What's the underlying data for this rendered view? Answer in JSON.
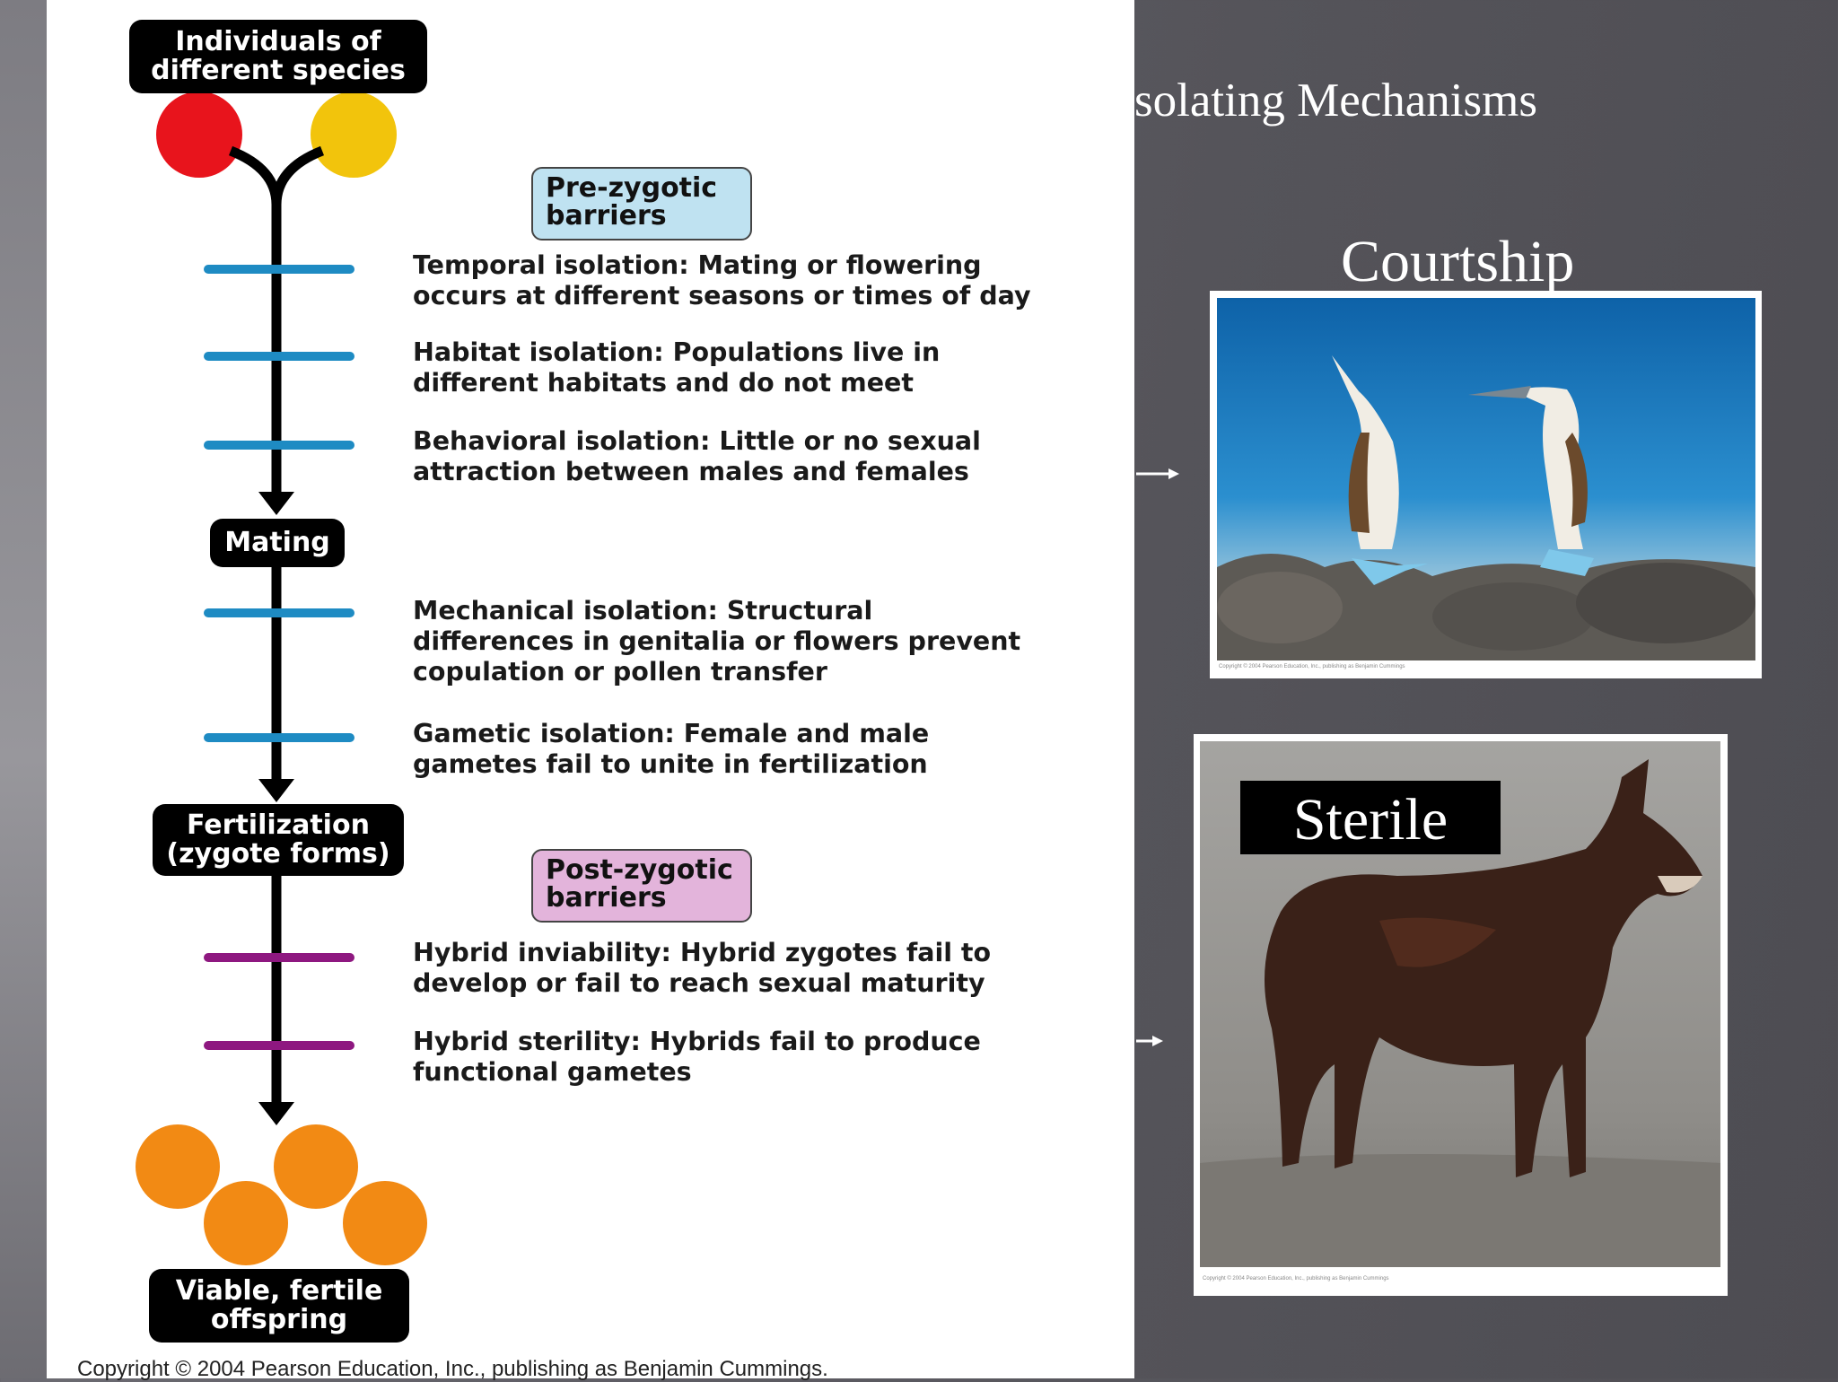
{
  "slide": {
    "title": "solating Mechanisms",
    "courtship_label": "Courtship",
    "sterile_label": "Sterile",
    "booby_photo_caption": "Copyright © 2004 Pearson Education, Inc., publishing as Benjamin Cummings",
    "mule_photo_caption": "Copyright © 2004 Pearson Education, Inc., publishing as Benjamin Cummings"
  },
  "diagram": {
    "start_label": "Individuals of\ndifferent species",
    "pre_zygotic_label": "Pre-zygotic\nbarriers",
    "post_zygotic_label": "Post-zygotic\nbarriers",
    "mating_label": "Mating",
    "fertilization_label": "Fertilization\n(zygote forms)",
    "end_label": "Viable, fertile\noffspring",
    "copyright": "Copyright © 2004 Pearson Education, Inc., publishing as Benjamin Cummings.",
    "barriers": [
      {
        "term": "Temporal isolation:",
        "text": " Mating or flowering\noccurs at different seasons or times of day"
      },
      {
        "term": "Habitat isolation:",
        "text": " Populations live in\ndifferent habitats and do not meet"
      },
      {
        "term": "Behavioral isolation:",
        "text": " Little or no sexual\nattraction between males and females"
      },
      {
        "term": "Mechanical isolation:",
        "text": " Structural\ndifferences in genitalia or flowers prevent\ncopulation or pollen transfer"
      },
      {
        "term": "Gametic isolation:",
        "text": " Female and male\ngametes fail to unite in fertilization"
      },
      {
        "term": "Hybrid inviability:",
        "text": " Hybrid zygotes fail to\ndevelop or fail to reach sexual maturity"
      },
      {
        "term": "Hybrid sterility:",
        "text": " Hybrids fail to produce\nfunctional gametes"
      }
    ],
    "colors": {
      "species_a": "#e8141c",
      "species_b": "#f2c40c",
      "pre_zygotic_tick": "#1e8bc3",
      "post_zygotic_tick": "#8e1880",
      "pre_zygotic_box": "#bfe2f1",
      "post_zygotic_box": "#e3b4db",
      "offspring": "#f28a14"
    }
  }
}
